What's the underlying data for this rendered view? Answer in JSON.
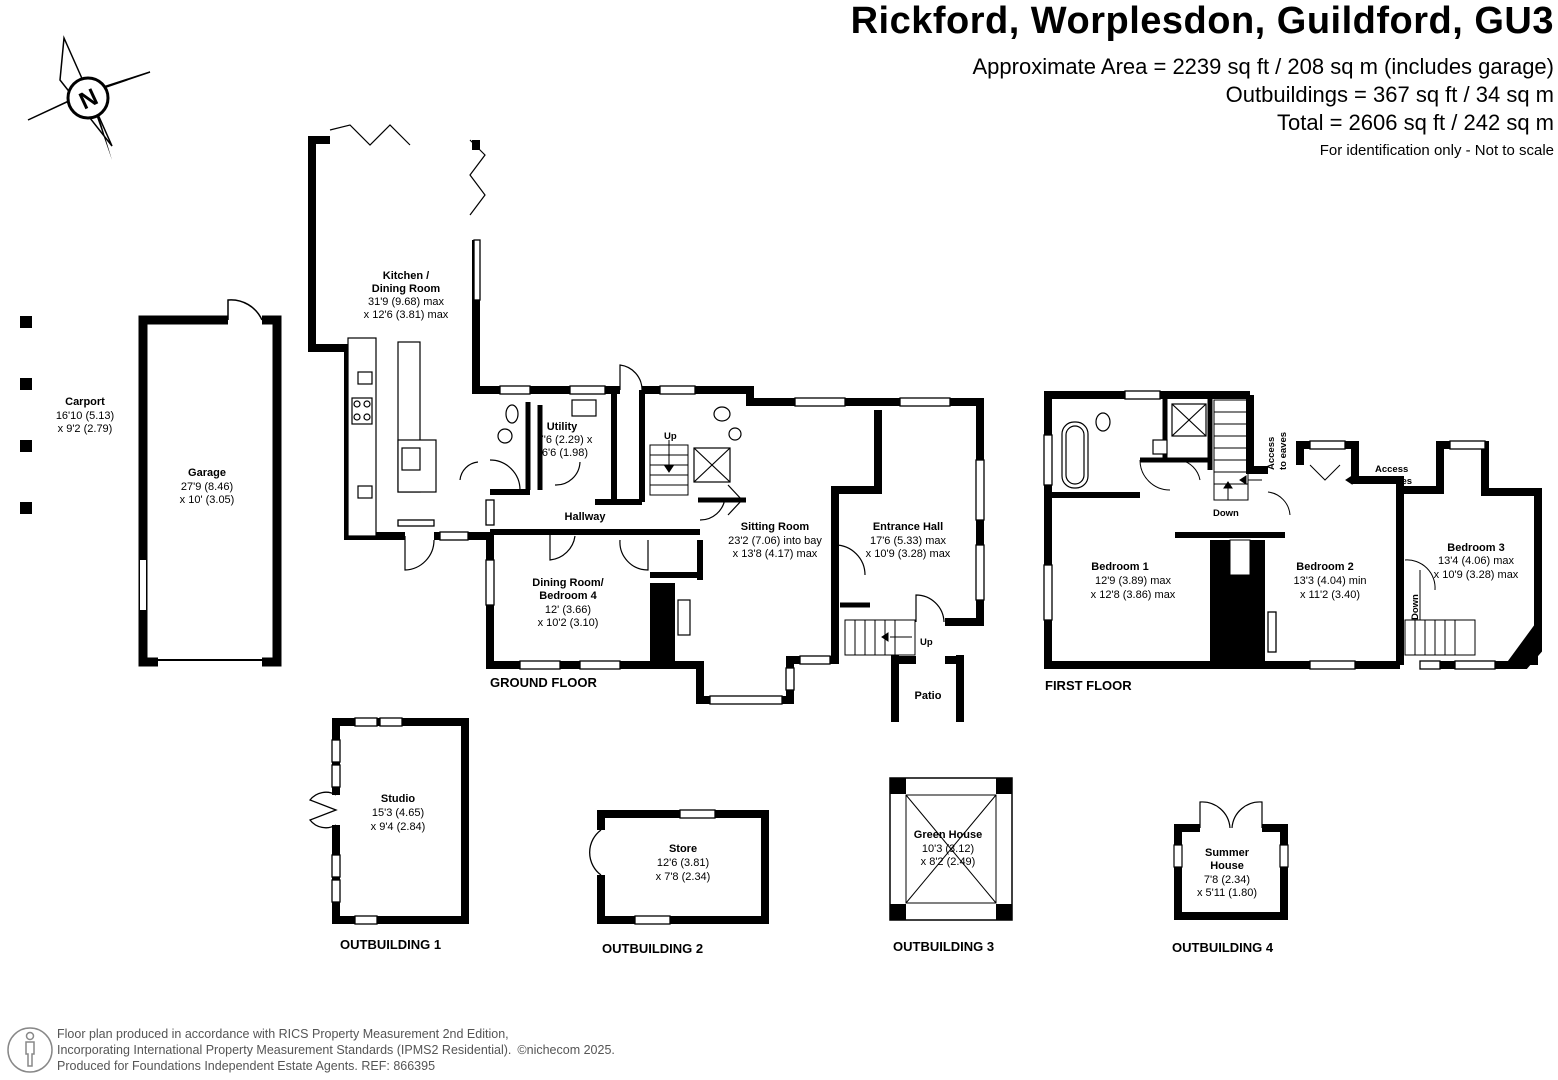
{
  "header": {
    "title": "Rickford, Worplesdon, Guildford, GU3",
    "area_lines": [
      "Approximate Area = 2239 sq ft / 208 sq m (includes garage)",
      "Outbuildings = 367 sq ft / 34 sq m",
      "Total = 2606 sq ft / 242 sq m"
    ],
    "note": "For identification only - Not to scale"
  },
  "compass": {
    "letter": "N"
  },
  "rooms": {
    "carport": {
      "name": "Carport",
      "d1": "16'10 (5.13)",
      "d2": "x 9'2 (2.79)"
    },
    "garage": {
      "name": "Garage",
      "d1": "27'9 (8.46)",
      "d2": "x 10' (3.05)"
    },
    "kitchen": {
      "name1": "Kitchen /",
      "name2": "Dining Room",
      "d1": "31'9 (9.68) max",
      "d2": "x 12'6 (3.81) max"
    },
    "utility": {
      "name": "Utility",
      "d1": "7'6 (2.29) x",
      "d2": "6'6 (1.98)"
    },
    "hallway": {
      "name": "Hallway"
    },
    "sitting": {
      "name": "Sitting Room",
      "d1": "23'2 (7.06) into bay",
      "d2": "x 13'8 (4.17) max"
    },
    "entrance": {
      "name": "Entrance Hall",
      "d1": "17'6 (5.33) max",
      "d2": "x 10'9 (3.28) max"
    },
    "dining": {
      "name1": "Dining Room/",
      "name2": "Bedroom 4",
      "d1": "12' (3.66)",
      "d2": "x 10'2 (3.10)"
    },
    "patio": {
      "name": "Patio"
    },
    "bed1": {
      "name": "Bedroom 1",
      "d1": "12'9 (3.89) max",
      "d2": "x 12'8 (3.86) max"
    },
    "bed2": {
      "name": "Bedroom 2",
      "d1": "13'3 (4.04) min",
      "d2": "x 11'2 (3.40)"
    },
    "bed3": {
      "name": "Bedroom 3",
      "d1": "13'4 (4.06) max",
      "d2": "x 10'9 (3.28) max"
    },
    "studio": {
      "name": "Studio",
      "d1": "15'3 (4.65)",
      "d2": "x 9'4 (2.84)"
    },
    "store": {
      "name": "Store",
      "d1": "12'6 (3.81)",
      "d2": "x 7'8 (2.34)"
    },
    "greenhouse": {
      "name": "Green House",
      "d1": "10'3 (3.12)",
      "d2": "x 8'2 (2.49)"
    },
    "summer": {
      "name1": "Summer",
      "name2": "House",
      "d1": "7'8 (2.34)",
      "d2": "x 5'11 (1.80)"
    }
  },
  "annotations": {
    "up": "Up",
    "down": "Down",
    "access_eaves_1": "Access",
    "access_eaves_2": "to eaves"
  },
  "floor_labels": {
    "ground": "GROUND FLOOR",
    "first": "FIRST FLOOR",
    "ob1": "OUTBUILDING 1",
    "ob2": "OUTBUILDING 2",
    "ob3": "OUTBUILDING 3",
    "ob4": "OUTBUILDING 4"
  },
  "footer": {
    "line1": "Floor plan produced in accordance with RICS Property Measurement 2nd Edition,",
    "line2": "Incorporating International Property Measurement Standards (IPMS2 Residential).",
    "brand": "©nichecom 2025.",
    "line3": "Produced for Foundations Independent Estate Agents.   REF: 866395"
  }
}
